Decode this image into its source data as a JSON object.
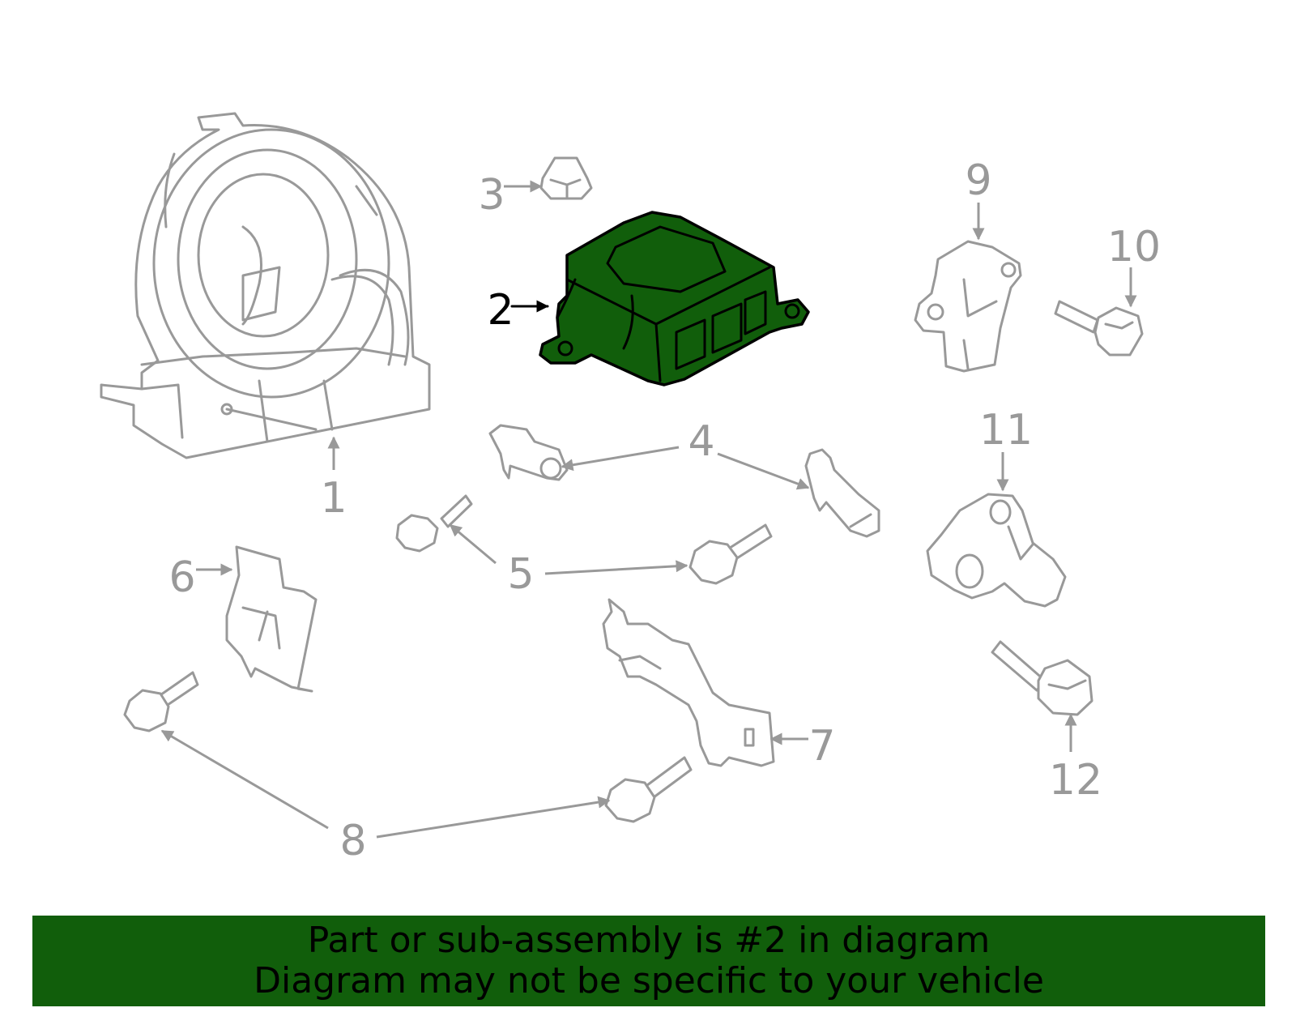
{
  "colors": {
    "highlight": "#115e0b",
    "part_outline": "#999999",
    "banner_background": "#115e0b",
    "text_active": "#000000"
  },
  "highlighted_part": "2",
  "callouts": {
    "c1": "1",
    "c2": "2",
    "c3": "3",
    "c4": "4",
    "c5": "5",
    "c6": "6",
    "c7": "7",
    "c8": "8",
    "c9": "9",
    "c10": "10",
    "c11": "11",
    "c12": "12"
  },
  "banner": {
    "line1": "Part or sub-assembly is #2 in diagram",
    "line2": "Diagram may not be specific to your vehicle"
  }
}
